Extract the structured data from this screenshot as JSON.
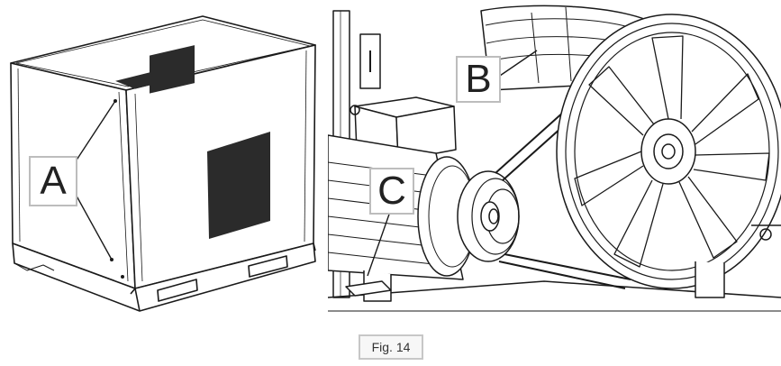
{
  "figure": {
    "caption": "Fig. 14",
    "callouts": {
      "a": "A",
      "b": "B",
      "c": "C"
    }
  },
  "colors": {
    "line": "#1a1a1a",
    "grille": "#2b2b2b",
    "label_border": "#bdbdbd"
  }
}
